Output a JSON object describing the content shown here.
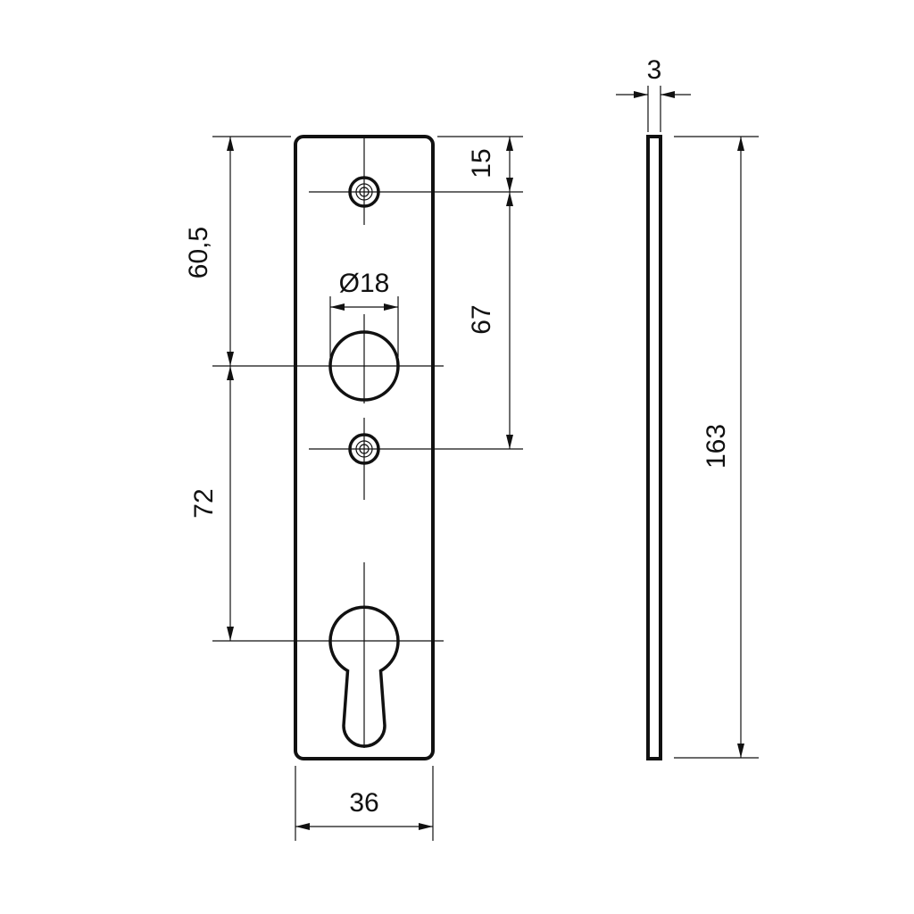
{
  "diagram": {
    "dimensions": {
      "width": "36",
      "thickness": "3",
      "height": "163",
      "top_to_screw": "15",
      "top_to_handle": "60,5",
      "screw_to_screw": "67",
      "handle_to_cylinder": "72",
      "handle_hole_diameter": "Ø18"
    }
  }
}
